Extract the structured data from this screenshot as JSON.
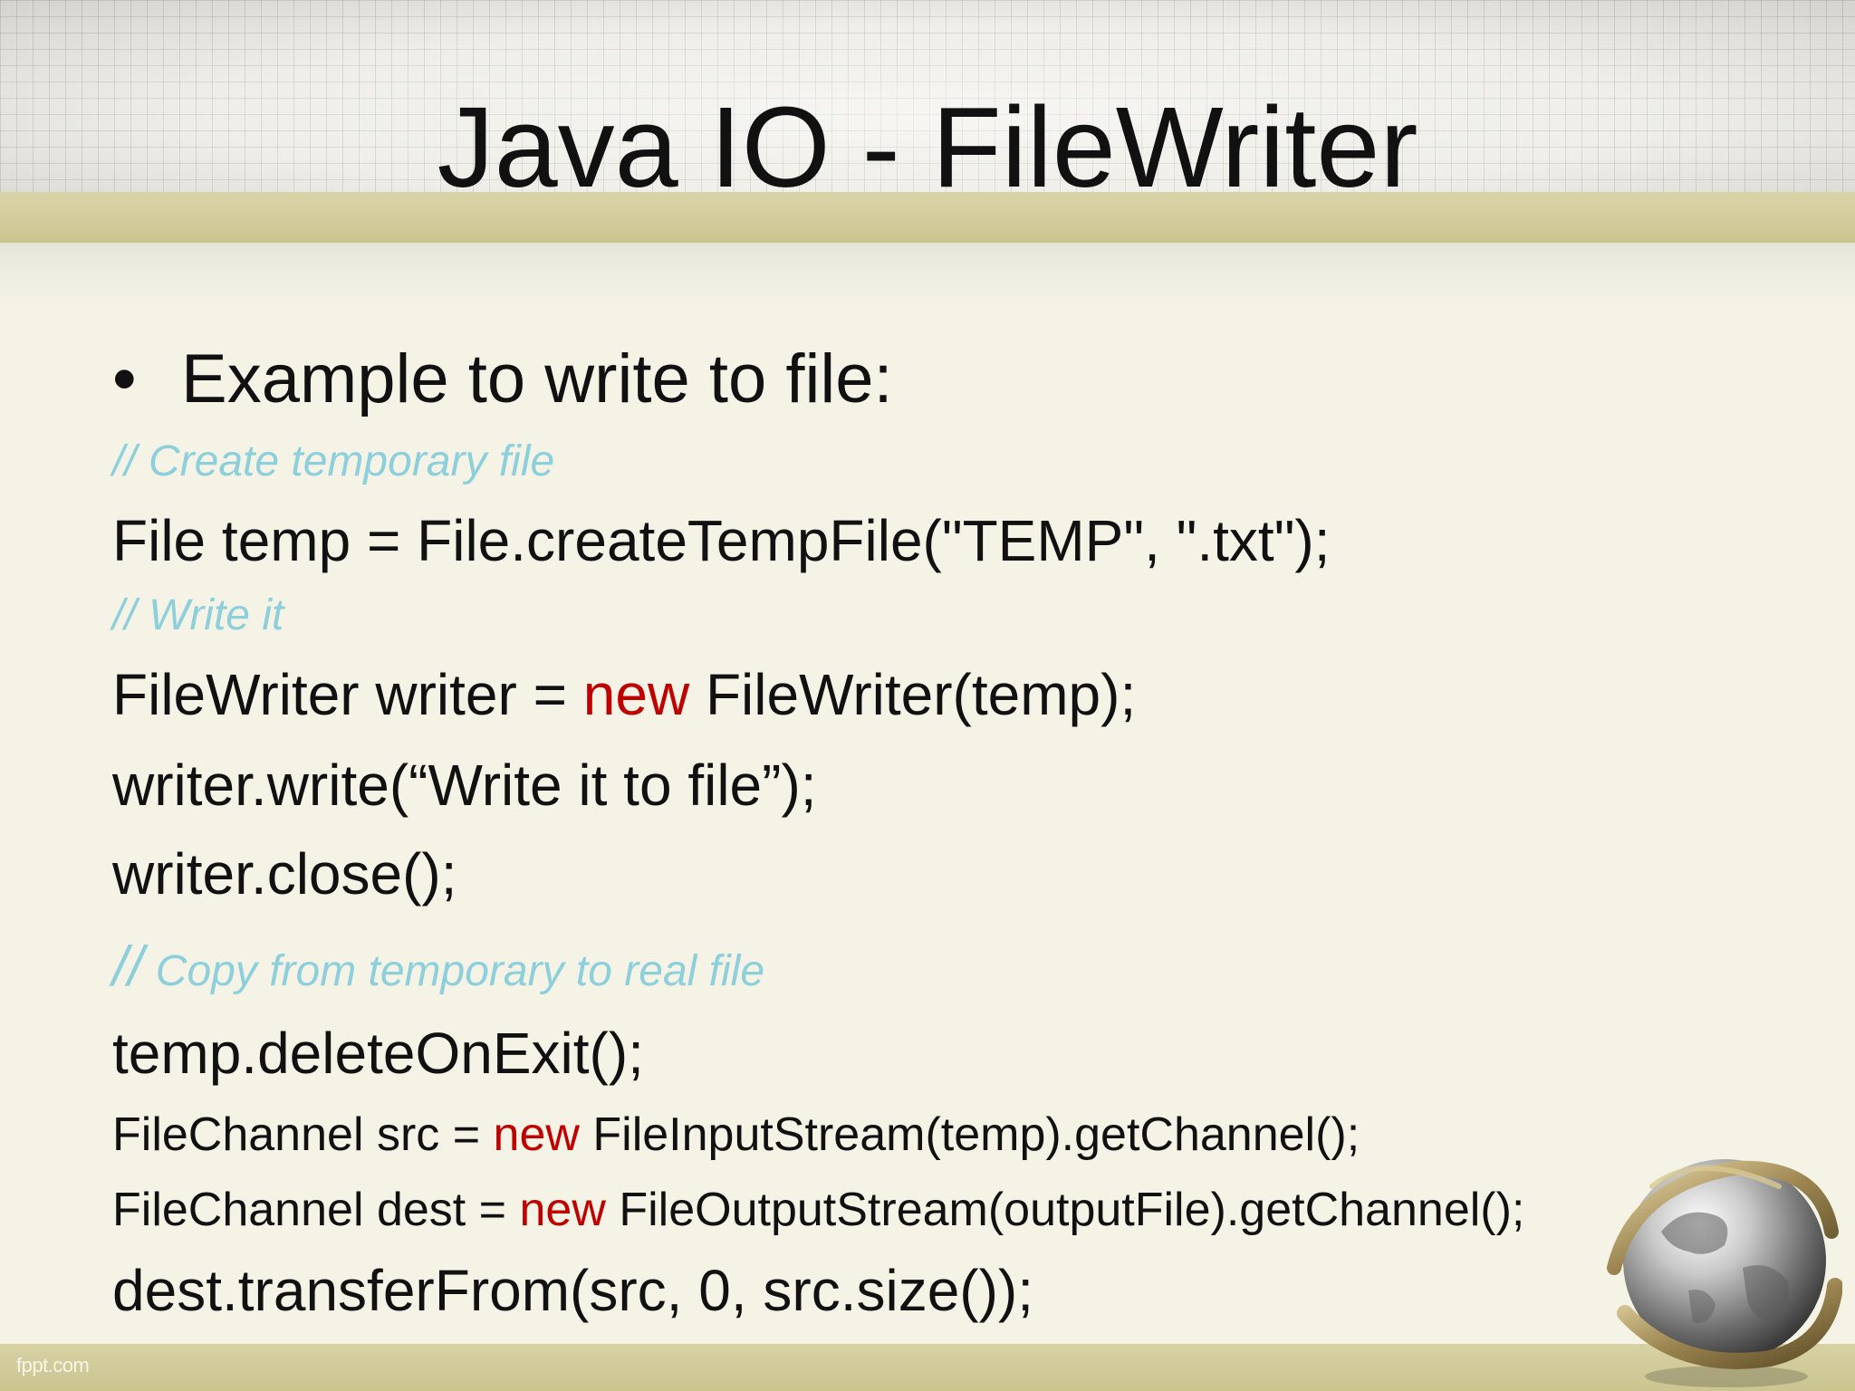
{
  "slide": {
    "title": "Java IO - FileWriter",
    "bullet": "Example to write to file:",
    "comments": {
      "create": "// Create temporary file",
      "write": "// Write it",
      "copy_slash": "//",
      "copy_text": "Copy from temporary to real file"
    },
    "code": {
      "line1": "File temp = File.createTempFile(\"TEMP\", \".txt\");",
      "line2_before": "FileWriter writer = ",
      "line2_after": "FileWriter(temp);",
      "line3": "writer.write(“Write it to file”);",
      "line4": "writer.close();",
      "line5": "temp.deleteOnExit();",
      "line6_before": "FileChannel src = ",
      "line6_after": "FileInputStream(temp).getChannel();",
      "line7_before": "FileChannel dest = ",
      "line7_after": "FileOutputStream(outputFile).getChannel();",
      "line8": "dest.transferFrom(src, 0, src.size());",
      "keyword_new": "new"
    }
  },
  "footer": {
    "brand": "fppt.com"
  },
  "colors": {
    "background": "#f4f3e6",
    "band": "#d2cc9c",
    "comment": "#8ecfdc",
    "keyword": "#c00000",
    "text": "#111111"
  },
  "icons": {
    "decoration": "globe-icon"
  }
}
